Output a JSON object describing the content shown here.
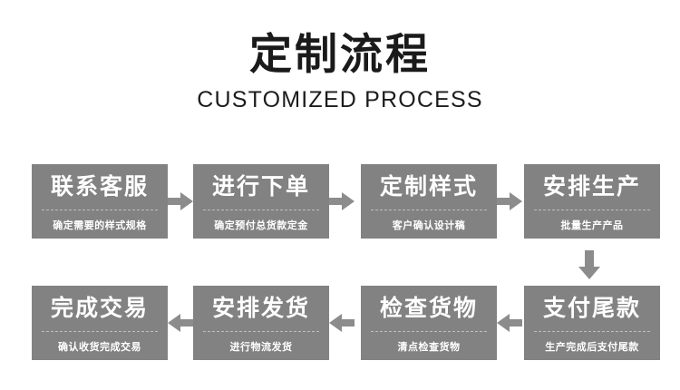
{
  "header": {
    "title_cn": "定制流程",
    "title_en": "CUSTOMIZED PROCESS"
  },
  "colors": {
    "box_fill": "#828282",
    "box_text": "#ffffff",
    "arrow": "#8c8c8c",
    "divider": "#c9c9c9",
    "background": "#ffffff",
    "title": "#1a1a1a"
  },
  "flow": {
    "row1_direction": "right",
    "row2_direction": "left",
    "row_connector": "down",
    "rows": [
      {
        "steps": [
          {
            "title": "联系客服",
            "subtitle": "确定需要的样式规格"
          },
          {
            "title": "进行下单",
            "subtitle": "确定预付总货款定金"
          },
          {
            "title": "定制样式",
            "subtitle": "客户确认设计稿"
          },
          {
            "title": "安排生产",
            "subtitle": "批量生产产品"
          }
        ],
        "arrows": [
          "arrow-right-icon",
          "arrow-right-icon",
          "arrow-right-icon"
        ]
      },
      {
        "steps": [
          {
            "title": "完成交易",
            "subtitle": "确认收货完成交易"
          },
          {
            "title": "安排发货",
            "subtitle": "进行物流发货"
          },
          {
            "title": "检查货物",
            "subtitle": "清点检查货物"
          },
          {
            "title": "支付尾款",
            "subtitle": "生产完成后支付尾款"
          }
        ],
        "arrows": [
          "arrow-left-icon",
          "arrow-left-icon",
          "arrow-left-icon"
        ]
      }
    ],
    "connector_icon": "arrow-down-icon"
  }
}
